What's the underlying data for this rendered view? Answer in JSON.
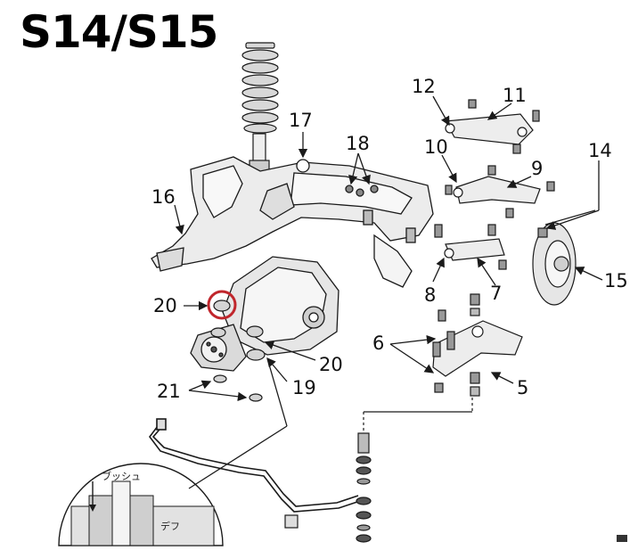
{
  "title": "S14/S15",
  "callouts": [
    "12",
    "11",
    "17",
    "18",
    "10",
    "9",
    "14",
    "16",
    "15",
    "8",
    "7",
    "20",
    "6",
    "5",
    "21",
    "19"
  ],
  "callout_20b": "20",
  "inset": {
    "bushing_label": "ブッシュ",
    "diff_label": "デフ"
  },
  "colors": {
    "highlight": "#c0262c",
    "line": "#1a1a1a",
    "shade": "#cfcfcf"
  },
  "highlight_part": "20"
}
